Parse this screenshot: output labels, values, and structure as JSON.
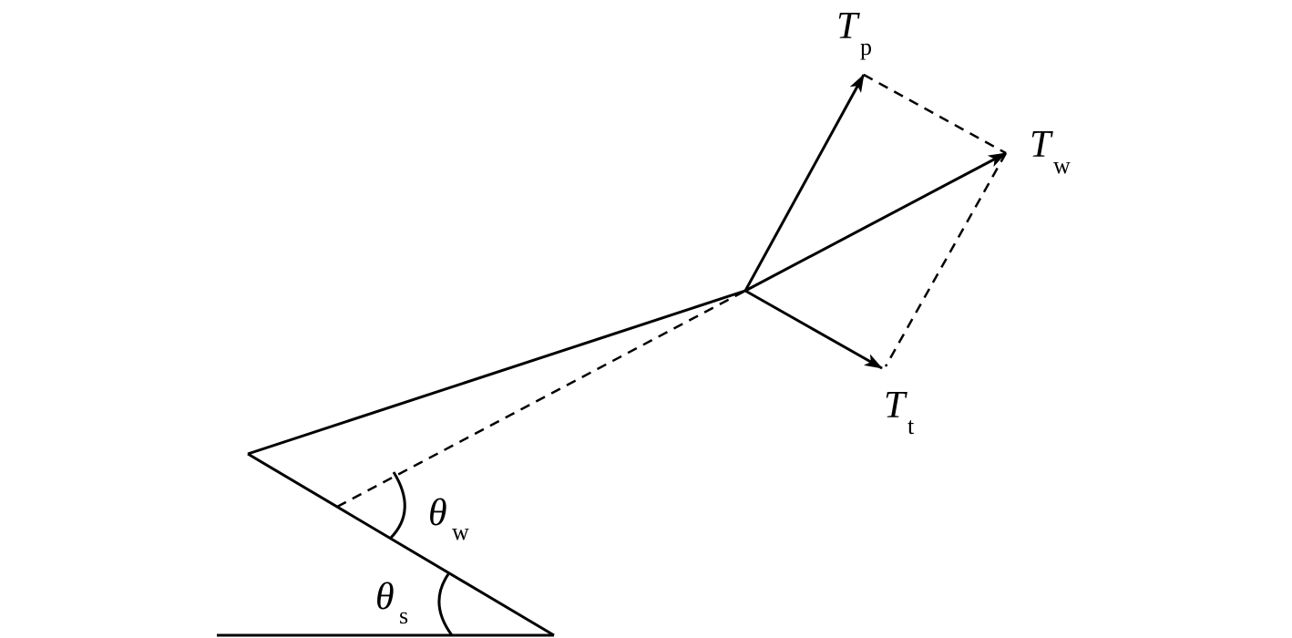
{
  "diagram": {
    "labels": {
      "tp_main": "T",
      "tp_sub": "p",
      "tw_main": "T",
      "tw_sub": "w",
      "tt_main": "T",
      "tt_sub": "t",
      "theta_w_main": "θ",
      "theta_w_sub": "w",
      "theta_s_main": "θ",
      "theta_s_sub": "s"
    },
    "colors": {
      "stroke": "#000000",
      "background": "#ffffff"
    }
  }
}
